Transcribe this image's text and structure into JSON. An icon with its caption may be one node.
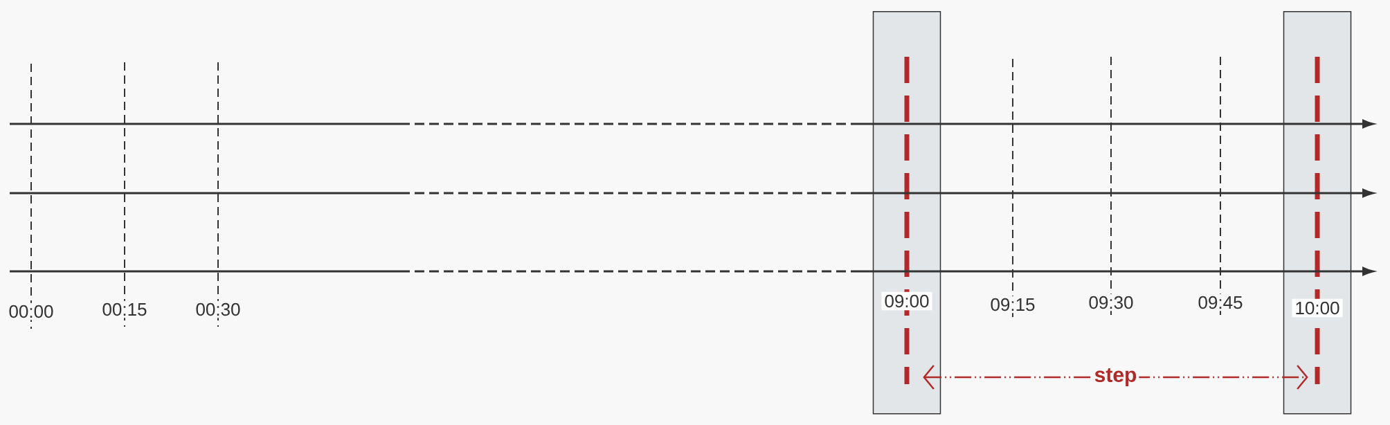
{
  "diagram": {
    "nodes": [
      {
        "text": [
          "09:00"
        ]
      },
      {
        "text": [
          "10:00"
        ]
      }
    ],
    "edges": [
      {
        "from": 0,
        "to": 1,
        "arrow": "both",
        "label": "step",
        "style": "dashed",
        "color": "#b02a2a"
      }
    ],
    "labels": [
      "00:00",
      "00:15",
      "00:30",
      "09:15",
      "09:30",
      "09:45"
    ]
  }
}
